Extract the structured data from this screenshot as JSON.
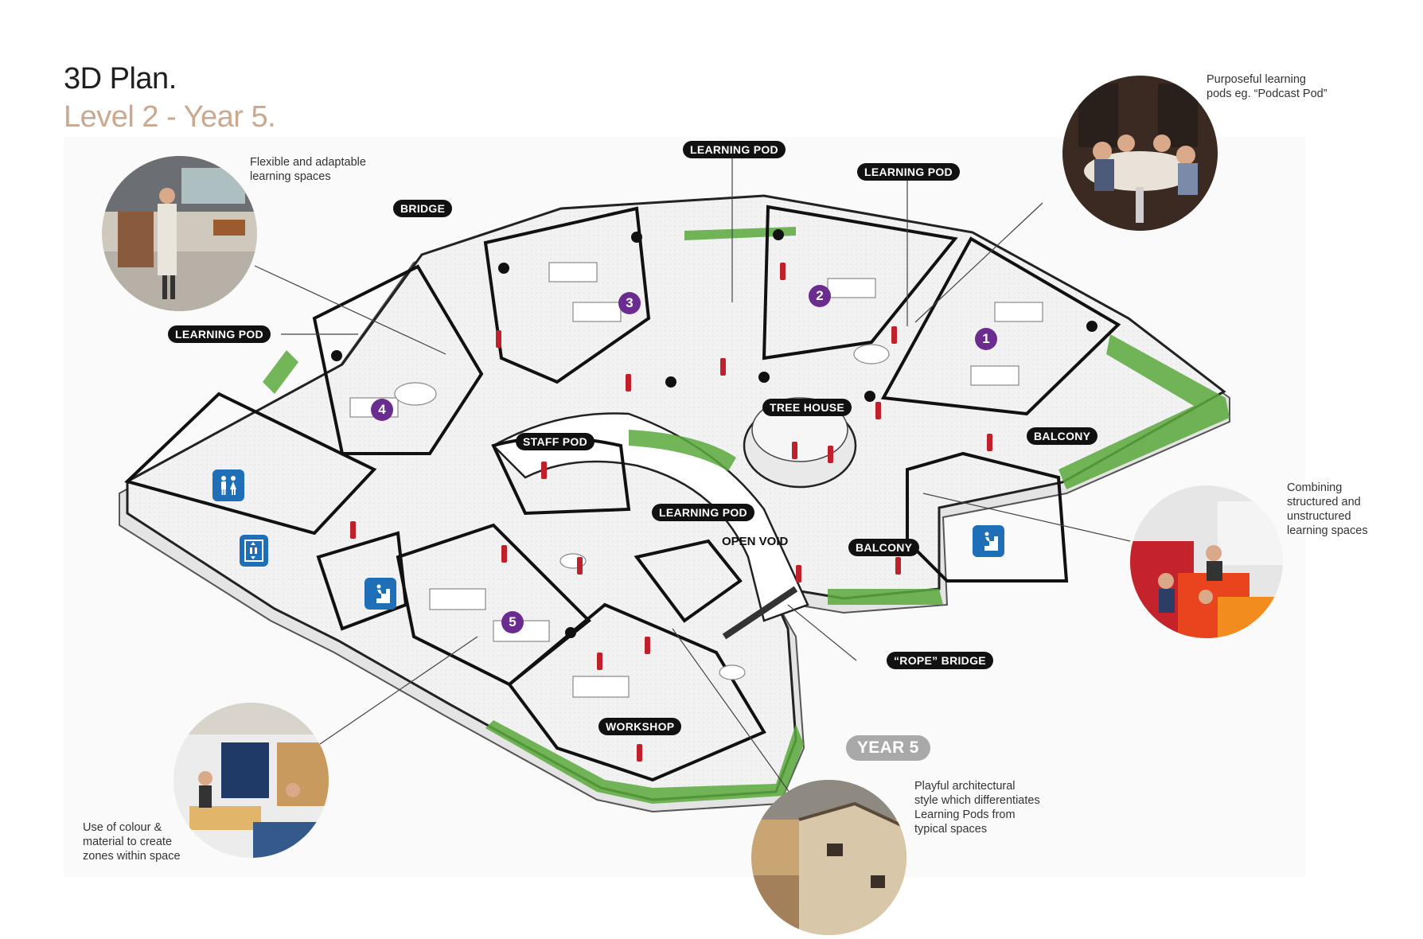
{
  "header": {
    "title": "3D Plan.",
    "subtitle": "Level 2 - Year 5."
  },
  "labels": {
    "learning_pod_top": "LEARNING POD",
    "learning_pod_right": "LEARNING POD",
    "learning_pod_left": "LEARNING POD",
    "learning_pod_center": "LEARNING POD",
    "bridge": "BRIDGE",
    "tree_house": "TREE HOUSE",
    "staff_pod": "STAFF POD",
    "balcony_right": "BALCONY",
    "balcony_center": "BALCONY",
    "open_void": "OPEN VOID",
    "rope_bridge": "“ROPE” BRIDGE",
    "workshop": "WORKSHOP",
    "year5": "YEAR 5"
  },
  "pod_numbers": [
    "1",
    "2",
    "3",
    "4",
    "5"
  ],
  "captions": {
    "flexible": "Flexible and adaptable\nlearning spaces",
    "podcast": "Purposeful learning\npods eg. “Podcast Pod”",
    "combining": "Combining\nstructured and\nunstructured\nlearning spaces",
    "colour": "Use of colour &\nmaterial to create\nzones within space",
    "playful": "Playful architectural\nstyle which differentiates\nLearning Pods from\ntypical spaces"
  },
  "icons": [
    "toilets-icon",
    "lift-icon",
    "stairs-icon"
  ],
  "colors": {
    "title": "#1f1f1f",
    "subtitle": "#c9a98f",
    "pod_number": "#6a2c8f",
    "figures": "#c0202a",
    "greenery": "#5aa83c",
    "sign": "#1e6fb8"
  }
}
